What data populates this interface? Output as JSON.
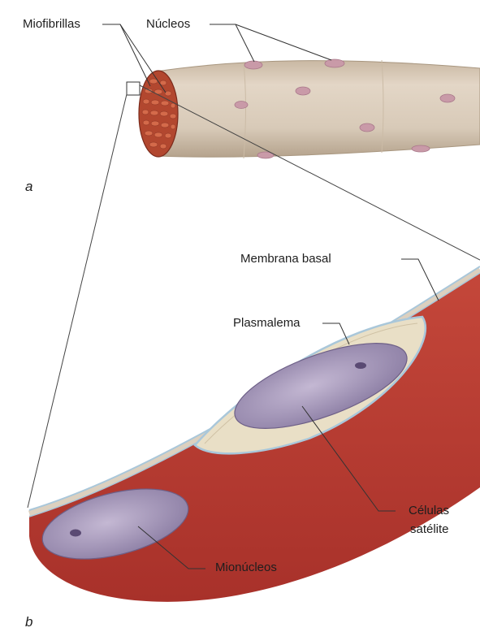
{
  "panels": {
    "a": "a",
    "b": "b"
  },
  "labels": {
    "miofibrillas": "Miofibrillas",
    "nucleos": "Núcleos",
    "membrana_basal": "Membrana basal",
    "plasmalema": "Plasmalema",
    "celulas_satelite_line1": "Células",
    "celulas_satelite_line2": "satélite",
    "mionucleos": "Mionúcleos"
  },
  "colors": {
    "muscle_fiber": "#d9cbb9",
    "muscle_fiber_shadow": "#b9a893",
    "myofibril_red": "#b2472f",
    "nucleus_pink": "#c99aa8",
    "muscle_tissue": "#b83a30",
    "basal_membrane": "#c7dbe6",
    "satellite_cytoplasm": "#e9dfc6",
    "nucleus_lavender": "#a99bbd",
    "nucleolus": "#5a4a73",
    "leader_line": "#333333"
  }
}
